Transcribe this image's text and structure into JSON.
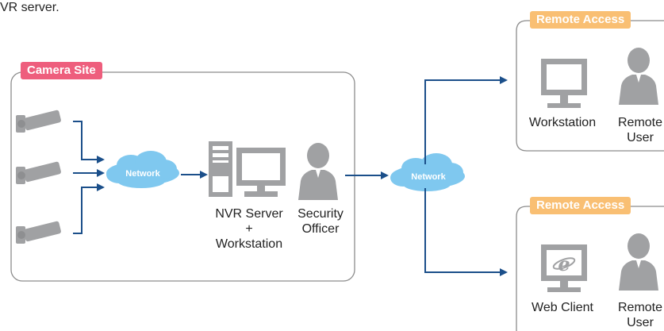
{
  "header_fragment": "VR server.",
  "camera_site": {
    "title": "Camera Site",
    "network_label": "Network",
    "nvr_label_1": "NVR Server",
    "nvr_label_2": "+",
    "nvr_label_3": "Workstation",
    "officer_label_1": "Security",
    "officer_label_2": "Officer"
  },
  "middle_network_label": "Network",
  "remote_top": {
    "title": "Remote Access",
    "workstation_label": "Workstation",
    "user_label_1": "Remote",
    "user_label_2": "User"
  },
  "remote_bottom": {
    "title": "Remote Access",
    "client_label": "Web Client",
    "user_label_1": "Remote",
    "user_label_2": "User"
  },
  "colors": {
    "camera_site_tag": "#ee5e7d",
    "remote_tag": "#f9bf73",
    "arrow": "#1b4f8a",
    "cloud": "#7fc8ef",
    "icon_gray": "#a0a1a3",
    "frame": "#8c8c8c"
  }
}
